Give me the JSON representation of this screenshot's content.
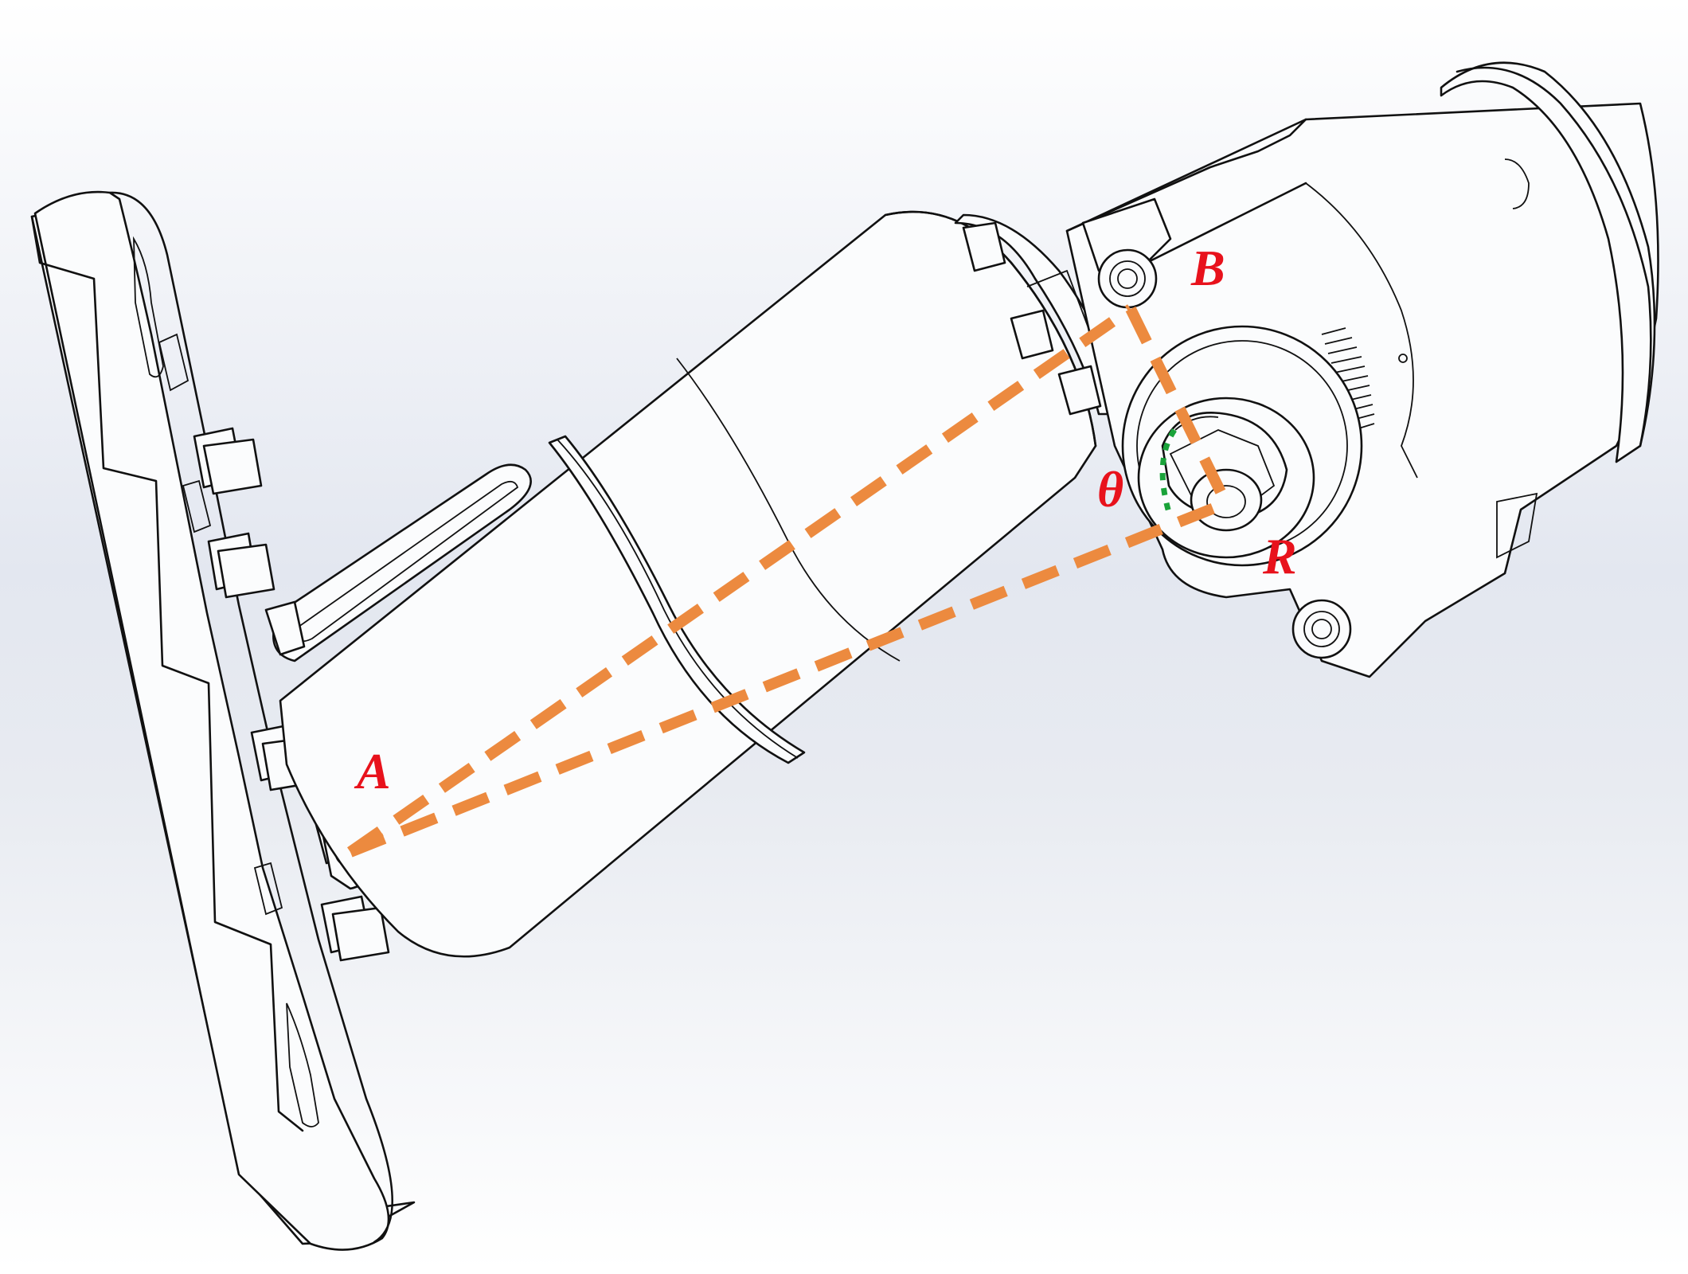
{
  "diagram": {
    "labels": {
      "point_a": "A",
      "point_b": "B",
      "point_r": "R",
      "angle": "θ"
    },
    "colors": {
      "background_top": "#ffffff",
      "background_mid": "#dfe4ee",
      "background_bottom": "#ffffff",
      "label_red": "#e8121c",
      "dashed_orange": "#ec8a3f",
      "angle_green": "#1aa33a",
      "line_black": "#111111"
    },
    "elements": {
      "wall_plate": "mounting-plate",
      "arm_barrel": "arm-cylinder",
      "swivel_joint": "swivel-hub",
      "camera_housing": "camera-body",
      "slot_bracket": "slotted-bracket",
      "vent_grille": "vent-slots"
    }
  }
}
